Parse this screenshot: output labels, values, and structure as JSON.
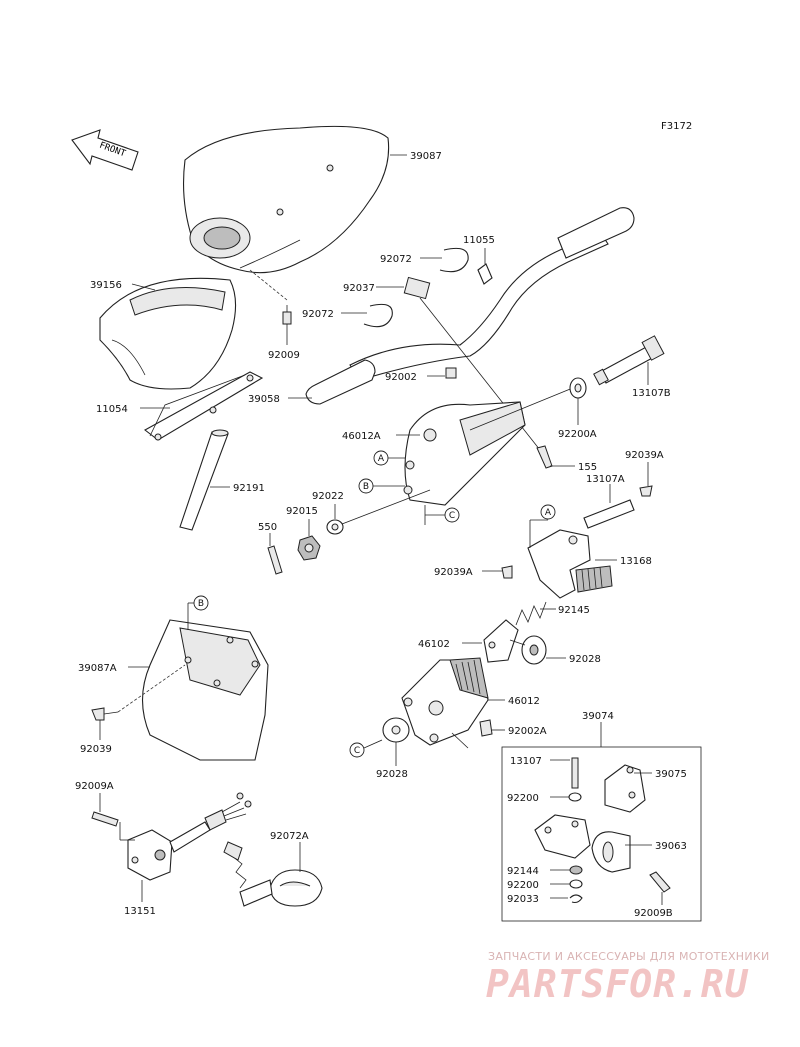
{
  "figure_code": "F3172",
  "front_label": "FRONT",
  "callout_letters": {
    "a": "A",
    "b": "B",
    "c": "C"
  },
  "parts": {
    "p39087": "39087",
    "p39156": "39156",
    "p92009": "92009",
    "p11054": "11054",
    "p92191": "92191",
    "p92072_top": "92072",
    "p11055": "11055",
    "p92037": "92037",
    "p92072_mid": "92072",
    "p92002": "92002",
    "p39058": "39058",
    "p13107B": "13107B",
    "p46012A": "46012A",
    "p92200A": "92200A",
    "p155": "155",
    "p92039A_r": "92039A",
    "p13107A": "13107A",
    "p92022": "92022",
    "p92015": "92015",
    "p550": "550",
    "p13168": "13168",
    "p92039A_l": "92039A",
    "p92145": "92145",
    "p46102": "46102",
    "p92028_r": "92028",
    "p39087A": "39087A",
    "p46012": "46012",
    "p92002A": "92002A",
    "p92039": "92039",
    "p92028_l": "92028",
    "p39074": "39074",
    "p13107": "13107",
    "p39075": "39075",
    "p92200_a": "92200",
    "p39063": "39063",
    "p92144": "92144",
    "p92200_b": "92200",
    "p92033": "92033",
    "p92009B": "92009B",
    "p92009A": "92009A",
    "p92072A": "92072A",
    "p13151": "13151"
  },
  "watermark": {
    "caption": "ЗАПЧАСТИ И АКСЕССУАРЫ ДЛЯ МОТОТЕХНИКИ",
    "logo": "PARTSFOR.RU"
  },
  "colors": {
    "line": "#222222",
    "watermark": "#f2c4c4"
  }
}
